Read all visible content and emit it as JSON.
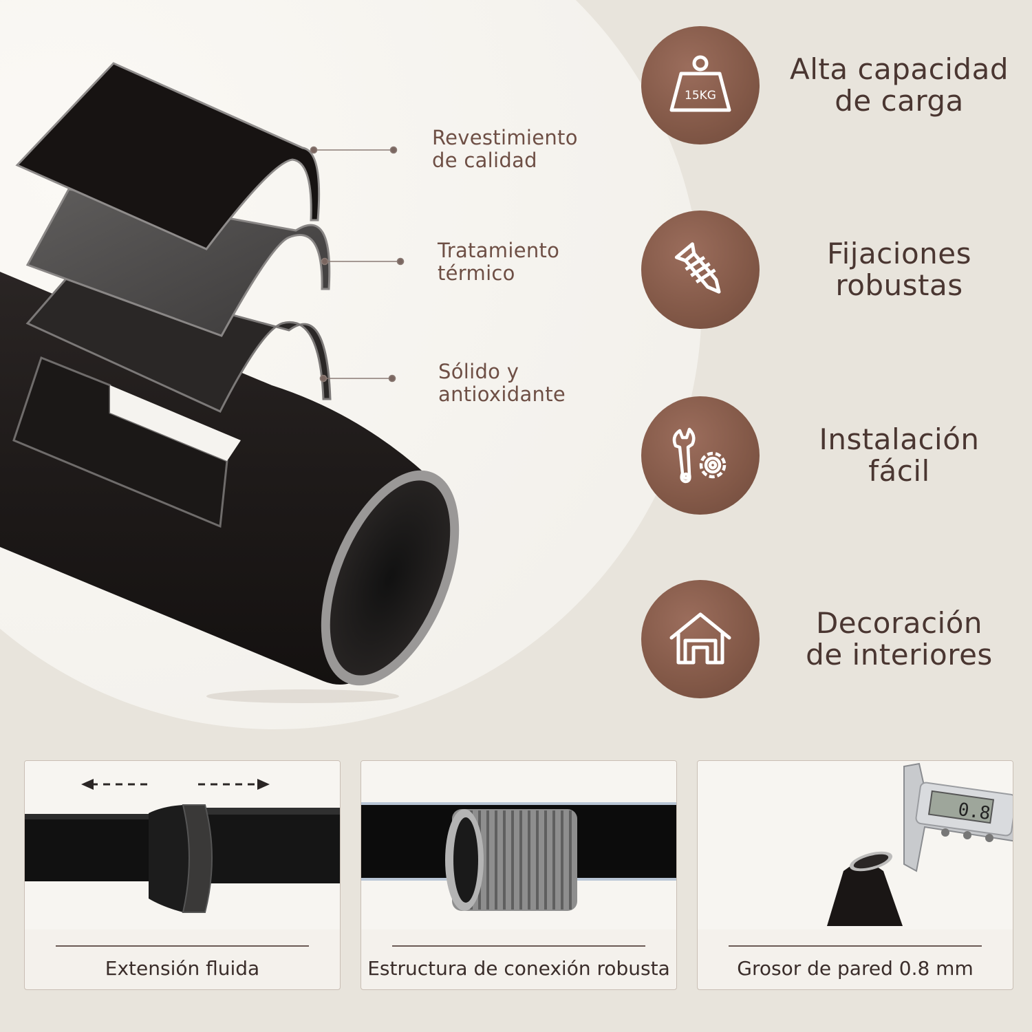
{
  "layers": [
    {
      "line1": "Revestimiento",
      "line2": "de calidad"
    },
    {
      "line1": "Tratamiento",
      "line2": "térmico"
    },
    {
      "line1": "Sólido y",
      "line2": "antioxidante"
    }
  ],
  "features": [
    {
      "icon": "weight-icon",
      "weight_label": "15KG",
      "line1": "Alta capacidad",
      "line2": "de carga"
    },
    {
      "icon": "screw-icon",
      "line1": "Fijaciones",
      "line2": "robustas"
    },
    {
      "icon": "wrench-gear-icon",
      "line1": "Instalación",
      "line2": "fácil"
    },
    {
      "icon": "house-icon",
      "line1": "Decoración",
      "line2": "de interiores"
    }
  ],
  "cards": [
    {
      "caption": "Extensión fluida"
    },
    {
      "caption": "Estructura de conexión robusta"
    },
    {
      "caption": "Grosor de pared 0.8 mm",
      "display_value": "0.8"
    }
  ],
  "colors": {
    "accent": "#825847",
    "text_brown": "#6e4f45",
    "background": "#e8e4dc"
  }
}
